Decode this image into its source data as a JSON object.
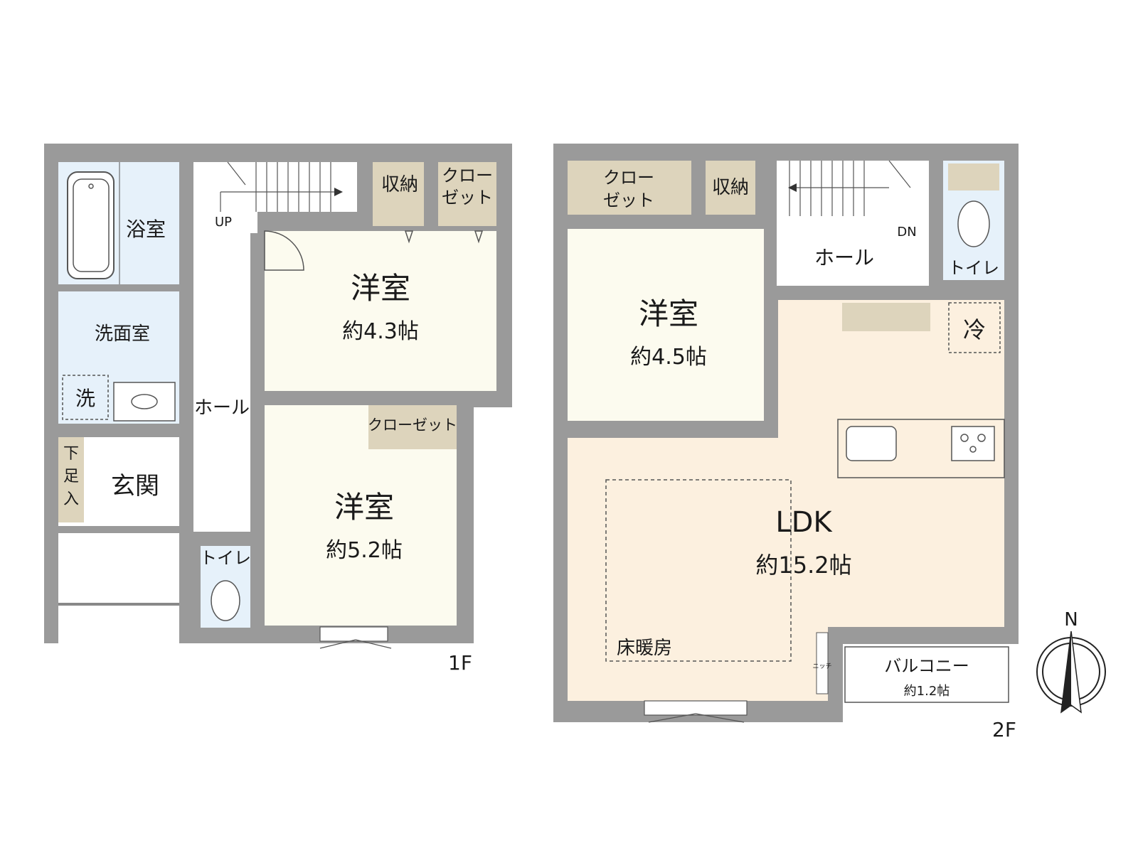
{
  "floor1": {
    "label": "1F",
    "rooms": {
      "bath": "浴室",
      "washroom": "洗面室",
      "washer": "洗",
      "hall": "ホール",
      "shoe_storage": "下足入",
      "entrance": "玄関",
      "toilet": "トイレ",
      "storage": "収納",
      "closet_top": "クロー\nゼット",
      "closet": "クローゼット",
      "room_a_name": "洋室",
      "room_a_size": "約4.3帖",
      "room_b_name": "洋室",
      "room_b_size": "約5.2帖",
      "stairs": "UP"
    }
  },
  "floor2": {
    "label": "2F",
    "rooms": {
      "closet_top": "クロー\nゼット",
      "storage": "収納",
      "stairs": "DN",
      "hall": "ホール",
      "toilet": "トイレ",
      "room_name": "洋室",
      "room_size": "約4.5帖",
      "fridge": "冷",
      "ldk_name": "LDK",
      "ldk_size": "約15.2帖",
      "floor_heating": "床暖房",
      "niche": "ニッチ",
      "balcony_name": "バルコニー",
      "balcony_size": "約1.2帖"
    }
  },
  "compass": {
    "label": "N"
  },
  "colors": {
    "wall": "#9a9a9a",
    "bath": "#e6f1fa",
    "room": "#fcfbef",
    "ldk": "#fcf0df",
    "storage": "#ddd4bc"
  }
}
